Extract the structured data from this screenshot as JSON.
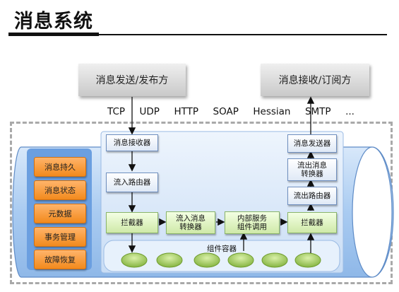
{
  "title": "消息系统",
  "top": {
    "sender": "消息发送/发布方",
    "receiver": "消息接收/订阅方"
  },
  "protocols": [
    "TCP",
    "UDP",
    "HTTP",
    "SOAP",
    "Hessian",
    "SMTP",
    "..."
  ],
  "side_items": [
    "消息持久",
    "消息状态",
    "元数据",
    "事务管理",
    "故障恢复"
  ],
  "nodes": {
    "receiver_node": "消息接收器",
    "inbound_router": "流入路由器",
    "interceptor_left": "拦截器",
    "inbound_converter_1": "流入消息",
    "inbound_converter_2": "转换器",
    "internal_service_1": "内部服务",
    "internal_service_2": "组件调用",
    "interceptor_right": "拦截器",
    "sender_node": "消息发送器",
    "outbound_converter_1": "流出消息",
    "outbound_converter_2": "转换器",
    "outbound_router": "流出路由器"
  },
  "component_container": "组件容器",
  "colors": {
    "cylinder": "#9fc4ef",
    "side_panel": "#6b9fe0",
    "side_item": "#f28a1d",
    "node_border": "#6f8fbf",
    "green_node": "#cfe9a8",
    "pod": "#8fbf3f"
  }
}
